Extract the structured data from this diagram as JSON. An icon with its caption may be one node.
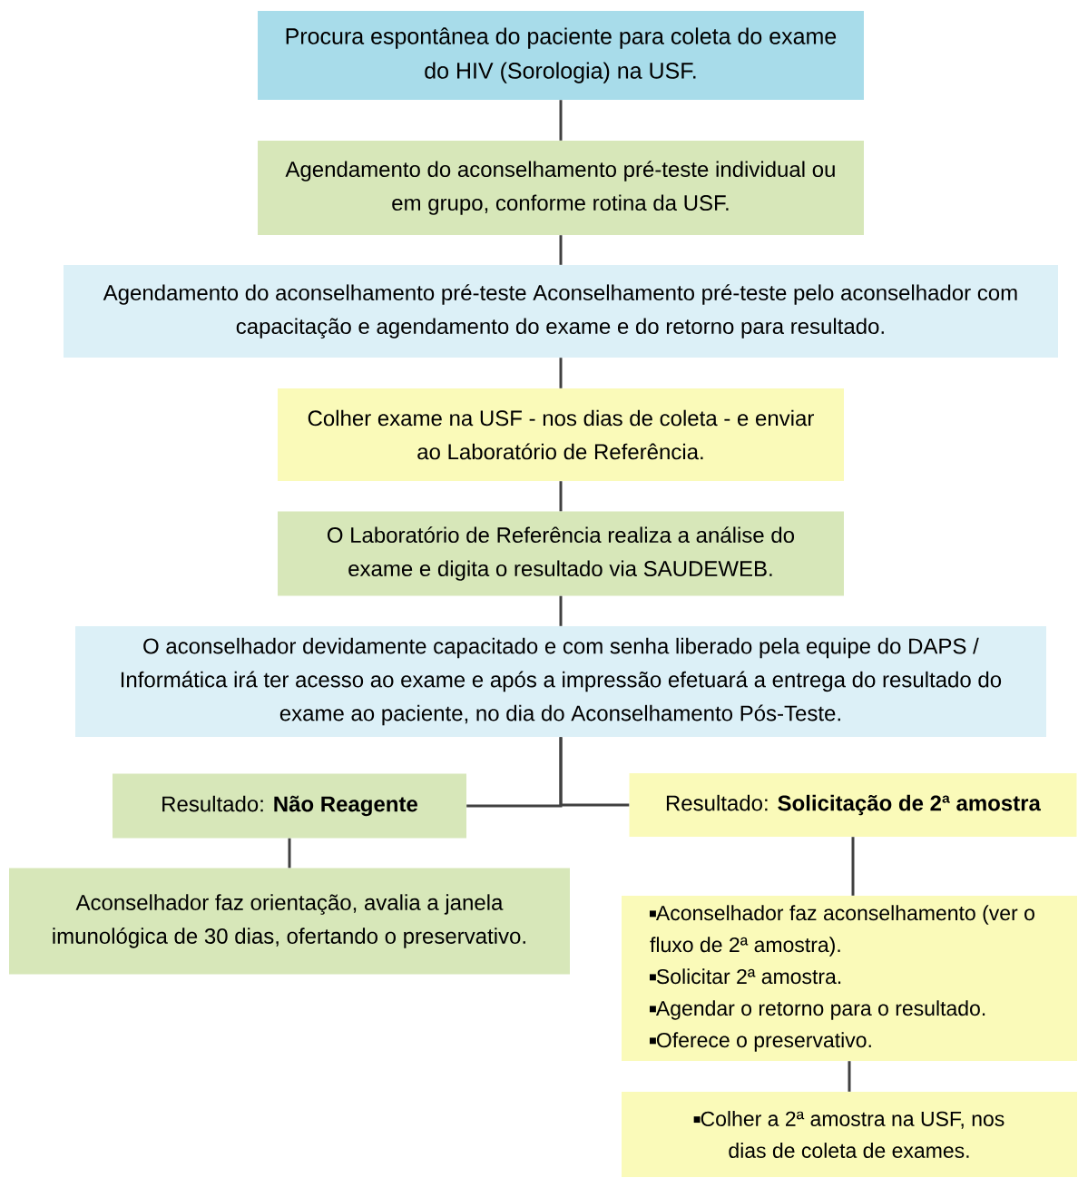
{
  "diagram": {
    "nodes": [
      {
        "text": [
          "Procura espontânea do paciente para coleta do exame do HIV (Sorologia) na USF."
        ]
      },
      {
        "text": [
          "Agendamento do aconselhamento pré-teste individual ou em grupo, conforme rotina da USF."
        ]
      },
      {
        "text": [
          "Agendamento do aconselhamento pré-teste Aconselhamento pré-teste pelo aconselhador com capacitação e agendamento do exame e do retorno para resultado."
        ]
      },
      {
        "text": [
          "Colher exame na USF - nos dias de coleta - e enviar ao Laboratório de Referência."
        ]
      },
      {
        "text": [
          "O Laboratório de Referência realiza a análise do exame e digita o resultado via SAUDEWEB."
        ]
      },
      {
        "text": [
          "O aconselhador devidamente capacitado e com senha liberado pela equipe do DAPS / Informática irá ter acesso ao exame e após a impressão efetuará a entrega do resultado do exame ao paciente, no dia do Aconselhamento Pós-Teste."
        ]
      },
      {
        "text": [
          "Resultado: **Não Reagente**"
        ]
      },
      {
        "text": [
          "Resultado: **Solicitação de 2ª amostra**"
        ]
      },
      {
        "text": [
          "Aconselhador faz orientação, avalia a janela imunológica de 30 dias, ofertando o preservativo."
        ]
      },
      {
        "text": [
          "Aconselhador faz aconselhamento (ver o fluxo de 2ª amostra).",
          "Solicitar 2ª amostra.",
          "Agendar o retorno para o resultado.",
          "Oferece o preservativo."
        ]
      },
      {
        "text": [
          "Colher a 2ª amostra na USF, nos dias de coleta de exames."
        ]
      }
    ],
    "edges": [
      {
        "from": 0,
        "to": 1,
        "arrow": "none"
      },
      {
        "from": 1,
        "to": 2,
        "arrow": "none"
      },
      {
        "from": 2,
        "to": 3,
        "arrow": "none"
      },
      {
        "from": 3,
        "to": 4,
        "arrow": "none"
      },
      {
        "from": 4,
        "to": 5,
        "arrow": "none"
      },
      {
        "from": 5,
        "to": 6,
        "arrow": "none"
      },
      {
        "from": 5,
        "to": 7,
        "arrow": "none"
      },
      {
        "from": 6,
        "to": 8,
        "arrow": "none"
      },
      {
        "from": 7,
        "to": 9,
        "arrow": "none"
      },
      {
        "from": 9,
        "to": 10,
        "arrow": "none"
      }
    ]
  }
}
